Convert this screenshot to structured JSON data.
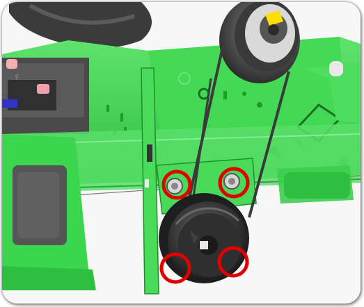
{
  "figure": {
    "description_none": "",
    "colors": {
      "chassis_green": "#36d04a",
      "chassis_dark": "#1f9a2c",
      "chassis_light": "#5fe36d",
      "pulley_dark": "#2a2a2a",
      "pulley_mid": "#444444",
      "belt": "#3a3a3a",
      "highlight_circle": "#e00000",
      "background": "#ffffff"
    },
    "icons": {
      "top_pulley": "pulley",
      "bottom_pulley": "pulley",
      "battery": "battery",
      "highlight": "circle-marker"
    },
    "highlight_count": 4
  }
}
